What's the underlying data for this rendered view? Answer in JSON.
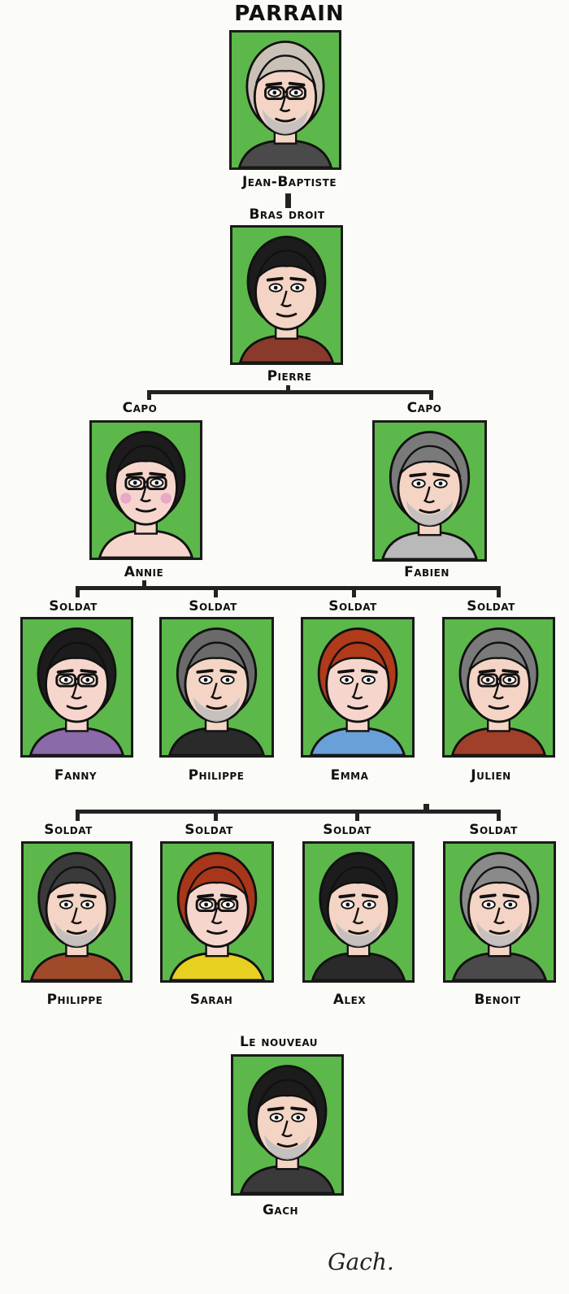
{
  "title": "PARRAIN",
  "top": {
    "name": "Jean-Baptiste",
    "hair": "#c9c0b6",
    "skin": "#f4d4c4",
    "glasses": true,
    "beard": true,
    "cloth": "#4a4a4a"
  },
  "bras_droit": {
    "role": "Bras droit",
    "name": "Pierre",
    "hair": "#1c1c1c",
    "skin": "#f4d4c4",
    "glasses": false,
    "beard": false,
    "cloth": "#8a3a2a"
  },
  "capos": [
    {
      "role": "Capo",
      "name": "Annie",
      "hair": "#1c1c1c",
      "skin": "#f6d6cc",
      "glasses": true,
      "beard": false,
      "cloth": "#f6d6cc",
      "blush": true
    },
    {
      "role": "Capo",
      "name": "Fabien",
      "hair": "#7a7a7a",
      "skin": "#f4d4c4",
      "glasses": false,
      "beard": true,
      "cloth": "#b9b9b9"
    }
  ],
  "soldats_row1": [
    {
      "role": "Soldat",
      "name": "Fanny",
      "hair": "#1c1c1c",
      "skin": "#f6d6cc",
      "glasses": true,
      "beard": false,
      "cloth": "#8a6aa8"
    },
    {
      "role": "Soldat",
      "name": "Philippe",
      "hair": "#6a6a6a",
      "skin": "#f4d4c4",
      "glasses": false,
      "beard": true,
      "cloth": "#2a2a2a"
    },
    {
      "role": "Soldat",
      "name": "Emma",
      "hair": "#b03a1a",
      "skin": "#f6d6cc",
      "glasses": false,
      "beard": false,
      "cloth": "#6aa0d8"
    },
    {
      "role": "Soldat",
      "name": "Julien",
      "hair": "#7a7a7a",
      "skin": "#f4d4c4",
      "glasses": true,
      "beard": false,
      "cloth": "#a0402a"
    }
  ],
  "soldats_row2": [
    {
      "role": "Soldat",
      "name": "Philippe",
      "hair": "#3a3a3a",
      "skin": "#f4d4c4",
      "glasses": false,
      "beard": true,
      "cloth": "#a04a2a"
    },
    {
      "role": "Soldat",
      "name": "Sarah",
      "hair": "#a8361a",
      "skin": "#f6d6cc",
      "glasses": true,
      "beard": false,
      "cloth": "#e8d020"
    },
    {
      "role": "Soldat",
      "name": "Alex",
      "hair": "#1c1c1c",
      "skin": "#f4d4c4",
      "glasses": false,
      "beard": true,
      "cloth": "#2a2a2a"
    },
    {
      "role": "Soldat",
      "name": "Benoit",
      "hair": "#8a8a8a",
      "skin": "#f4d4c4",
      "glasses": false,
      "beard": true,
      "cloth": "#4a4a4a"
    }
  ],
  "nouveau": {
    "role": "Le nouveau",
    "name": "Gach",
    "hair": "#1c1c1c",
    "skin": "#f4d4c4",
    "glasses": false,
    "beard": true,
    "cloth": "#3a3a3a"
  },
  "signature": "Gach."
}
